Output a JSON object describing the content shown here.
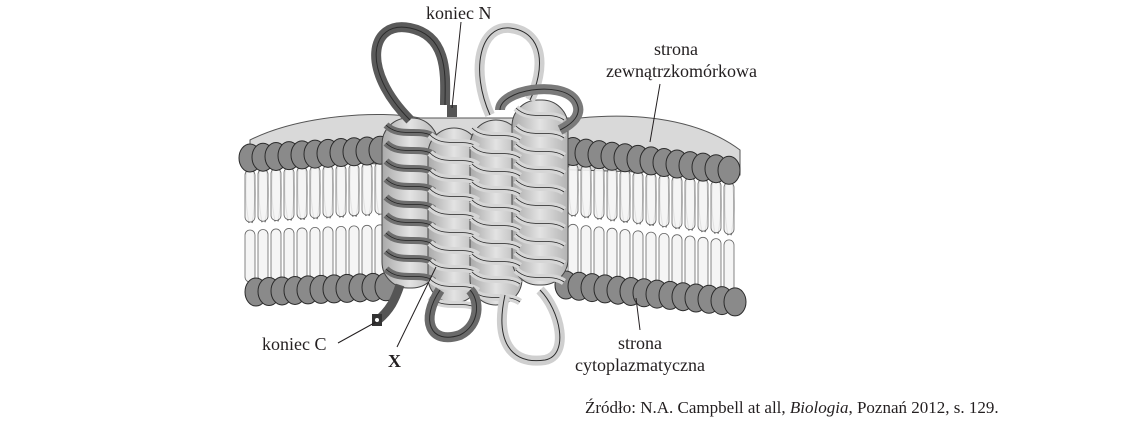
{
  "labels": {
    "n_end": "koniec N",
    "extracellular_line1": "strona",
    "extracellular_line2": "zewnątrzkomórkowa",
    "c_end": "koniec C",
    "x_marker": "X",
    "cytoplasmic_line1": "strona",
    "cytoplasmic_line2": "cytoplazmatyczna"
  },
  "source": {
    "prefix": "Źródło: N.A. Campbell at all, ",
    "title": "Biologia",
    "suffix": ", Poznań 2012, s. 129."
  },
  "colors": {
    "head_fill": "#8a8a8a",
    "head_stroke": "#2b2b2b",
    "tail_fill": "#f4f4f4",
    "helix_dark": "#6e6e6e",
    "helix_light": "#d6d6d6",
    "cylinder": "#c9c9c9",
    "text": "#231f20"
  }
}
